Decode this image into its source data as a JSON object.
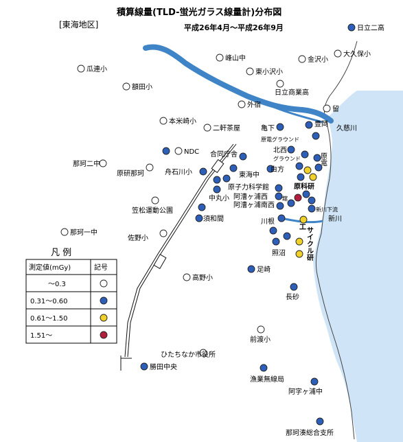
{
  "title": "積算線量(TLD-蛍光ガラス線量計)分布図",
  "period": "平成26年4月～平成26年9月",
  "region": "[東海地区]",
  "corner_station": "日立二高",
  "legend": {
    "title": "凡 例",
    "col_value": "測定値(mGy)",
    "col_symbol": "記号",
    "rows": [
      {
        "range": "～0.3",
        "class": "low"
      },
      {
        "range": "0.31～0.60",
        "class": "mid"
      },
      {
        "range": "0.61～1.50",
        "class": "high"
      },
      {
        "range": "1.51～",
        "class": "vhigh"
      }
    ]
  },
  "level_colors": {
    "low": "#ffffff",
    "mid": "#2e5fb8",
    "high": "#f0d02a",
    "vhigh": "#b0203c"
  },
  "features": {
    "river_kuji": "久慈川",
    "river_shinkawa": "新川",
    "gen_en": "原電",
    "genka_ken": "原科研",
    "cycle_ken": "サイクル研",
    "ko": "工",
    "nenshi": "燃料",
    "nakamaru": "留"
  }
}
